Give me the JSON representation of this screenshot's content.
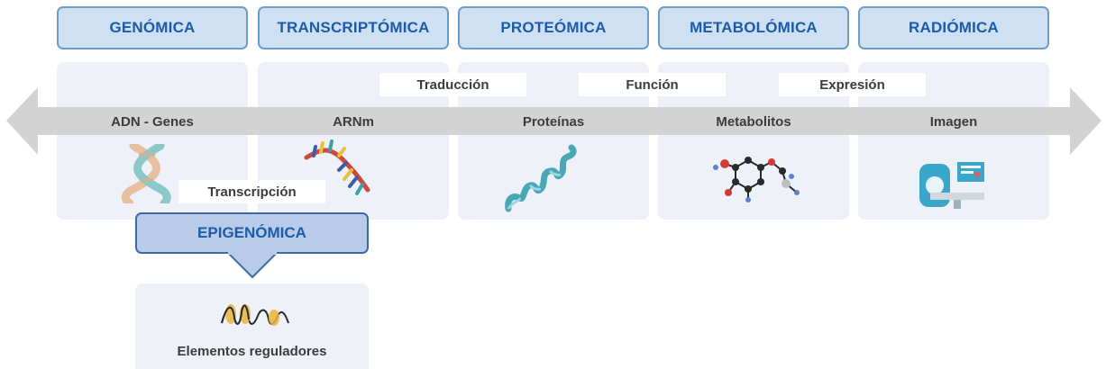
{
  "headers": [
    {
      "label": "GENÓMICA"
    },
    {
      "label": "TRANSCRIPTÓMICA"
    },
    {
      "label": "PROTEÓMICA"
    },
    {
      "label": "METABOLÓMICA"
    },
    {
      "label": "RADIÓMICA"
    }
  ],
  "stages": [
    {
      "label": "ADN - Genes",
      "icon": "dna-helix-icon"
    },
    {
      "label": "ARNm",
      "icon": "mrna-strand-icon"
    },
    {
      "label": "Proteínas",
      "icon": "protein-helix-icon"
    },
    {
      "label": "Metabolitos",
      "icon": "molecule-icon"
    },
    {
      "label": "Imagen",
      "icon": "scanner-icon"
    }
  ],
  "processes": {
    "transcription": "Transcripción",
    "translation": "Traducción",
    "function": "Función",
    "expression": "Expresión"
  },
  "epigenomics": {
    "title": "EPIGENÓMICA",
    "element_label": "Elementos reguladores",
    "icon": "chromatin-icon"
  },
  "colors": {
    "header_fill": "#cfe0f3",
    "header_border": "#6e9cc8",
    "header_text": "#1a5caa",
    "panel_fill": "#eef1f8",
    "arrow": "#d3d3d3",
    "epi_fill": "#b9cbe8",
    "epi_border": "#3c6aa8"
  }
}
